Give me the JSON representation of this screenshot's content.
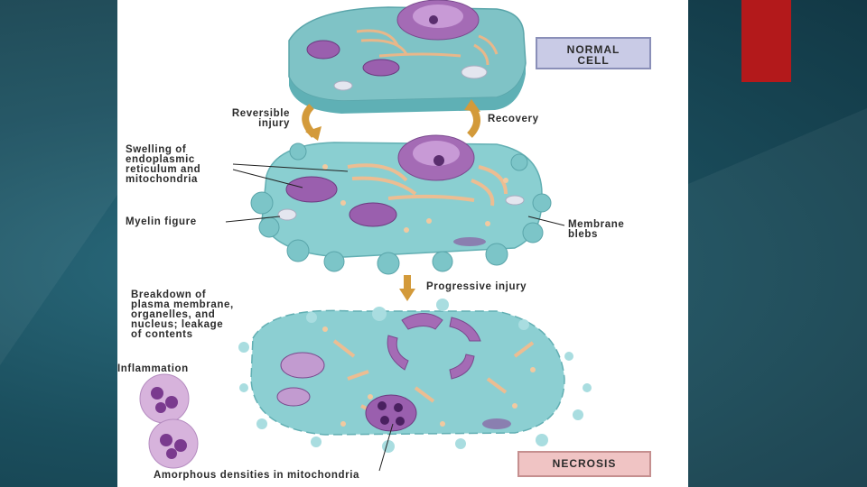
{
  "slide": {
    "accent_color": "#b3191b",
    "background_color": "#1b4f5e"
  },
  "diagram": {
    "boxes": {
      "normal_cell": "NORMAL\nCELL",
      "necrosis": "NECROSIS"
    },
    "arrows": {
      "reversible_injury": "Reversible\ninjury",
      "recovery": "Recovery",
      "progressive_injury": "Progressive injury"
    },
    "labels": {
      "swelling": "Swelling of\nendoplasmic\nreticulum and\nmitochondria",
      "myelin_figure": "Myelin figure",
      "membrane_blebs": "Membrane\nblebs",
      "breakdown": "Breakdown of\nplasma membrane,\norganelles, and\nnucleus; leakage\nof contents",
      "inflammation": "Inflammation",
      "amorphous_densities": "Amorphous densities in mitochondria"
    }
  }
}
